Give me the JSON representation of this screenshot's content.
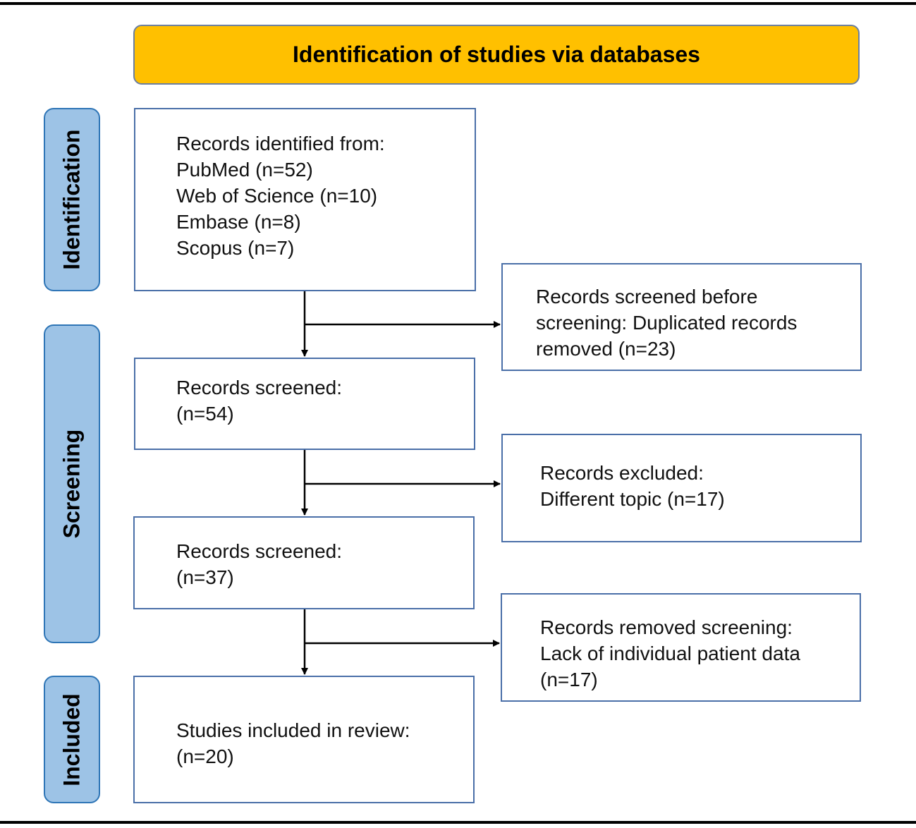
{
  "header": {
    "title": "Identification of studies via databases"
  },
  "phases": {
    "identification": "Identification",
    "screening": "Screening",
    "included": "Included"
  },
  "boxes": {
    "identified": [
      "Records identified from:",
      "PubMed (n=52)",
      "Web of Science (n=10)",
      "Embase (n=8)",
      "Scopus (n=7)"
    ],
    "duplicates": [
      "Records screened before",
      "screening: Duplicated records",
      "removed (n=23)"
    ],
    "screened1": [
      "Records screened:",
      "(n=54)"
    ],
    "excluded": [
      "Records excluded:",
      "Different topic (n=17)"
    ],
    "screened2": [
      "Records screened:",
      "(n=37)"
    ],
    "removed": [
      "Records removed screening:",
      "Lack of individual patient data",
      "(n=17)"
    ],
    "included": [
      "Studies included in review:",
      "(n=20)"
    ]
  },
  "colors": {
    "header_fill": "#ffc000",
    "phase_fill": "#9dc3e6",
    "phase_border": "#2e75b6",
    "box_border": "#4a6fa8"
  }
}
